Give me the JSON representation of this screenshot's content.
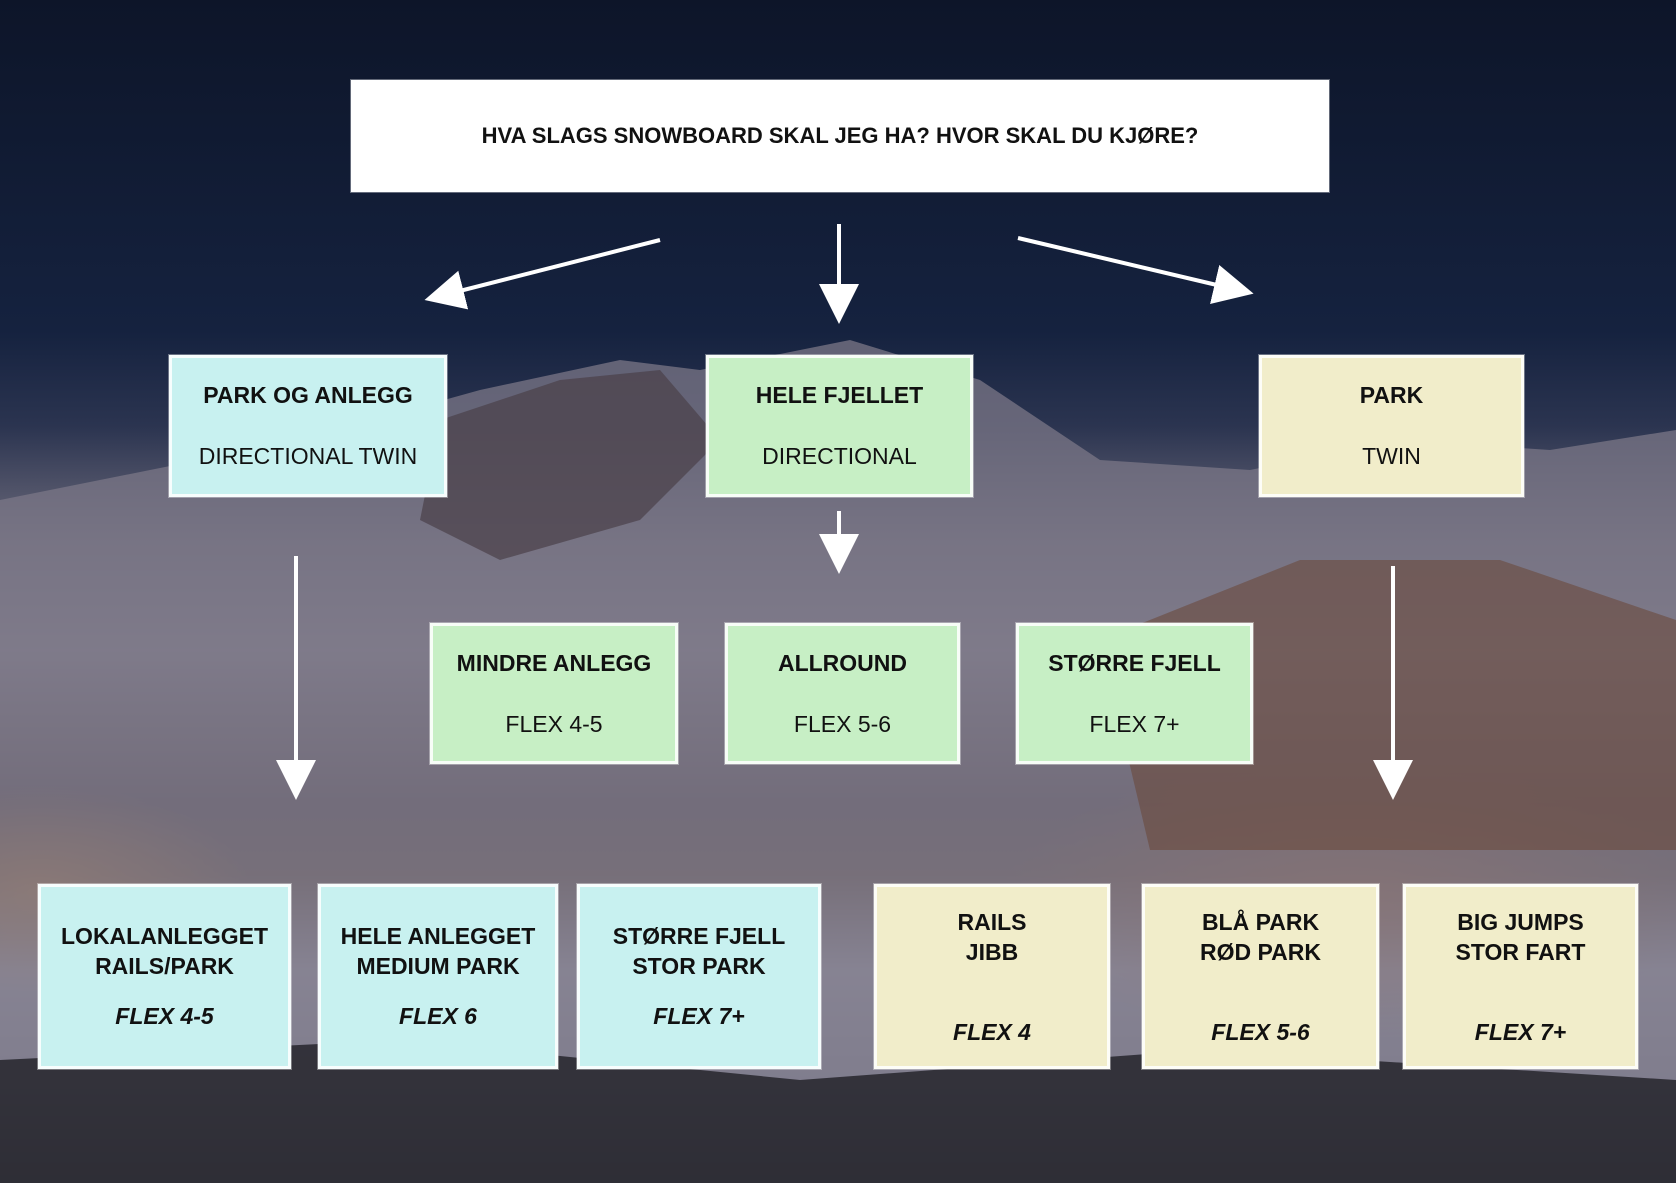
{
  "title": "HVA SLAGS SNOWBOARD SKAL JEG HA? HVOR SKAL DU KJØRE?",
  "level1": [
    {
      "heading": "PARK OG ANLEGG",
      "sub": "DIRECTIONAL TWIN"
    },
    {
      "heading": "HELE FJELLET",
      "sub": "DIRECTIONAL"
    },
    {
      "heading": "PARK",
      "sub": "TWIN"
    }
  ],
  "level2": [
    {
      "heading": "MINDRE ANLEGG",
      "sub": "FLEX 4-5"
    },
    {
      "heading": "ALLROUND",
      "sub": "FLEX 5-6"
    },
    {
      "heading": "STØRRE FJELL",
      "sub": "FLEX 7+"
    }
  ],
  "level3": [
    {
      "line1": "LOKALANLEGGET",
      "line2": "RAILS/PARK",
      "flex": "FLEX 4-5"
    },
    {
      "line1": "HELE ANLEGGET",
      "line2": "MEDIUM PARK",
      "flex": "FLEX 6"
    },
    {
      "line1": "STØRRE FJELL",
      "line2": "STOR PARK",
      "flex": "FLEX 7+"
    },
    {
      "line1": "RAILS",
      "line2": "JIBB",
      "flex": "FLEX 4"
    },
    {
      "line1": "BLÅ PARK",
      "line2": "RØD PARK",
      "flex": "FLEX 5-6"
    },
    {
      "line1": "BIG JUMPS",
      "line2": "STOR FART",
      "flex": "FLEX 7+"
    }
  ],
  "colors": {
    "cyan": "#c8f1f0",
    "green": "#c7efc5",
    "yellow": "#f1edca"
  }
}
